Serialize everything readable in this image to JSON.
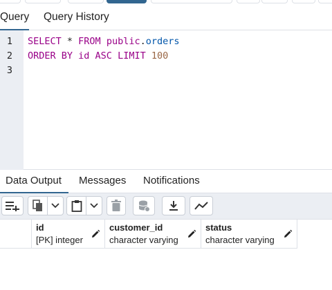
{
  "query_tabs": [
    {
      "label": "Query",
      "active": true
    },
    {
      "label": "Query History",
      "active": false
    }
  ],
  "editor": {
    "line_numbers": [
      "1",
      "2",
      "3"
    ],
    "line1": {
      "kw_select": "SELECT",
      "star": " * ",
      "kw_from": "FROM",
      "space": " ",
      "schema": "public",
      "dot": ".",
      "table": "orders"
    },
    "line2": {
      "kw_order": "ORDER",
      "kw_by": " BY",
      "col": " id",
      "kw_asc": " ASC",
      "kw_limit": " LIMIT",
      "limit": " 100"
    }
  },
  "result_tabs": [
    {
      "label": "Data Output",
      "active": true
    },
    {
      "label": "Messages",
      "active": false
    },
    {
      "label": "Notifications",
      "active": false
    }
  ],
  "toolbar": {
    "icons": [
      "add-row-icon",
      "copy-icon",
      "paste-icon",
      "delete-icon",
      "save-data-icon",
      "download-icon",
      "graph-icon"
    ]
  },
  "columns": [
    {
      "name": "id",
      "type": "[PK] integer"
    },
    {
      "name": "customer_id",
      "type": "character varying"
    },
    {
      "name": "status",
      "type": "character varying"
    }
  ],
  "colors": {
    "accent": "#326690",
    "keyword": "#990088",
    "number": "#996644"
  }
}
